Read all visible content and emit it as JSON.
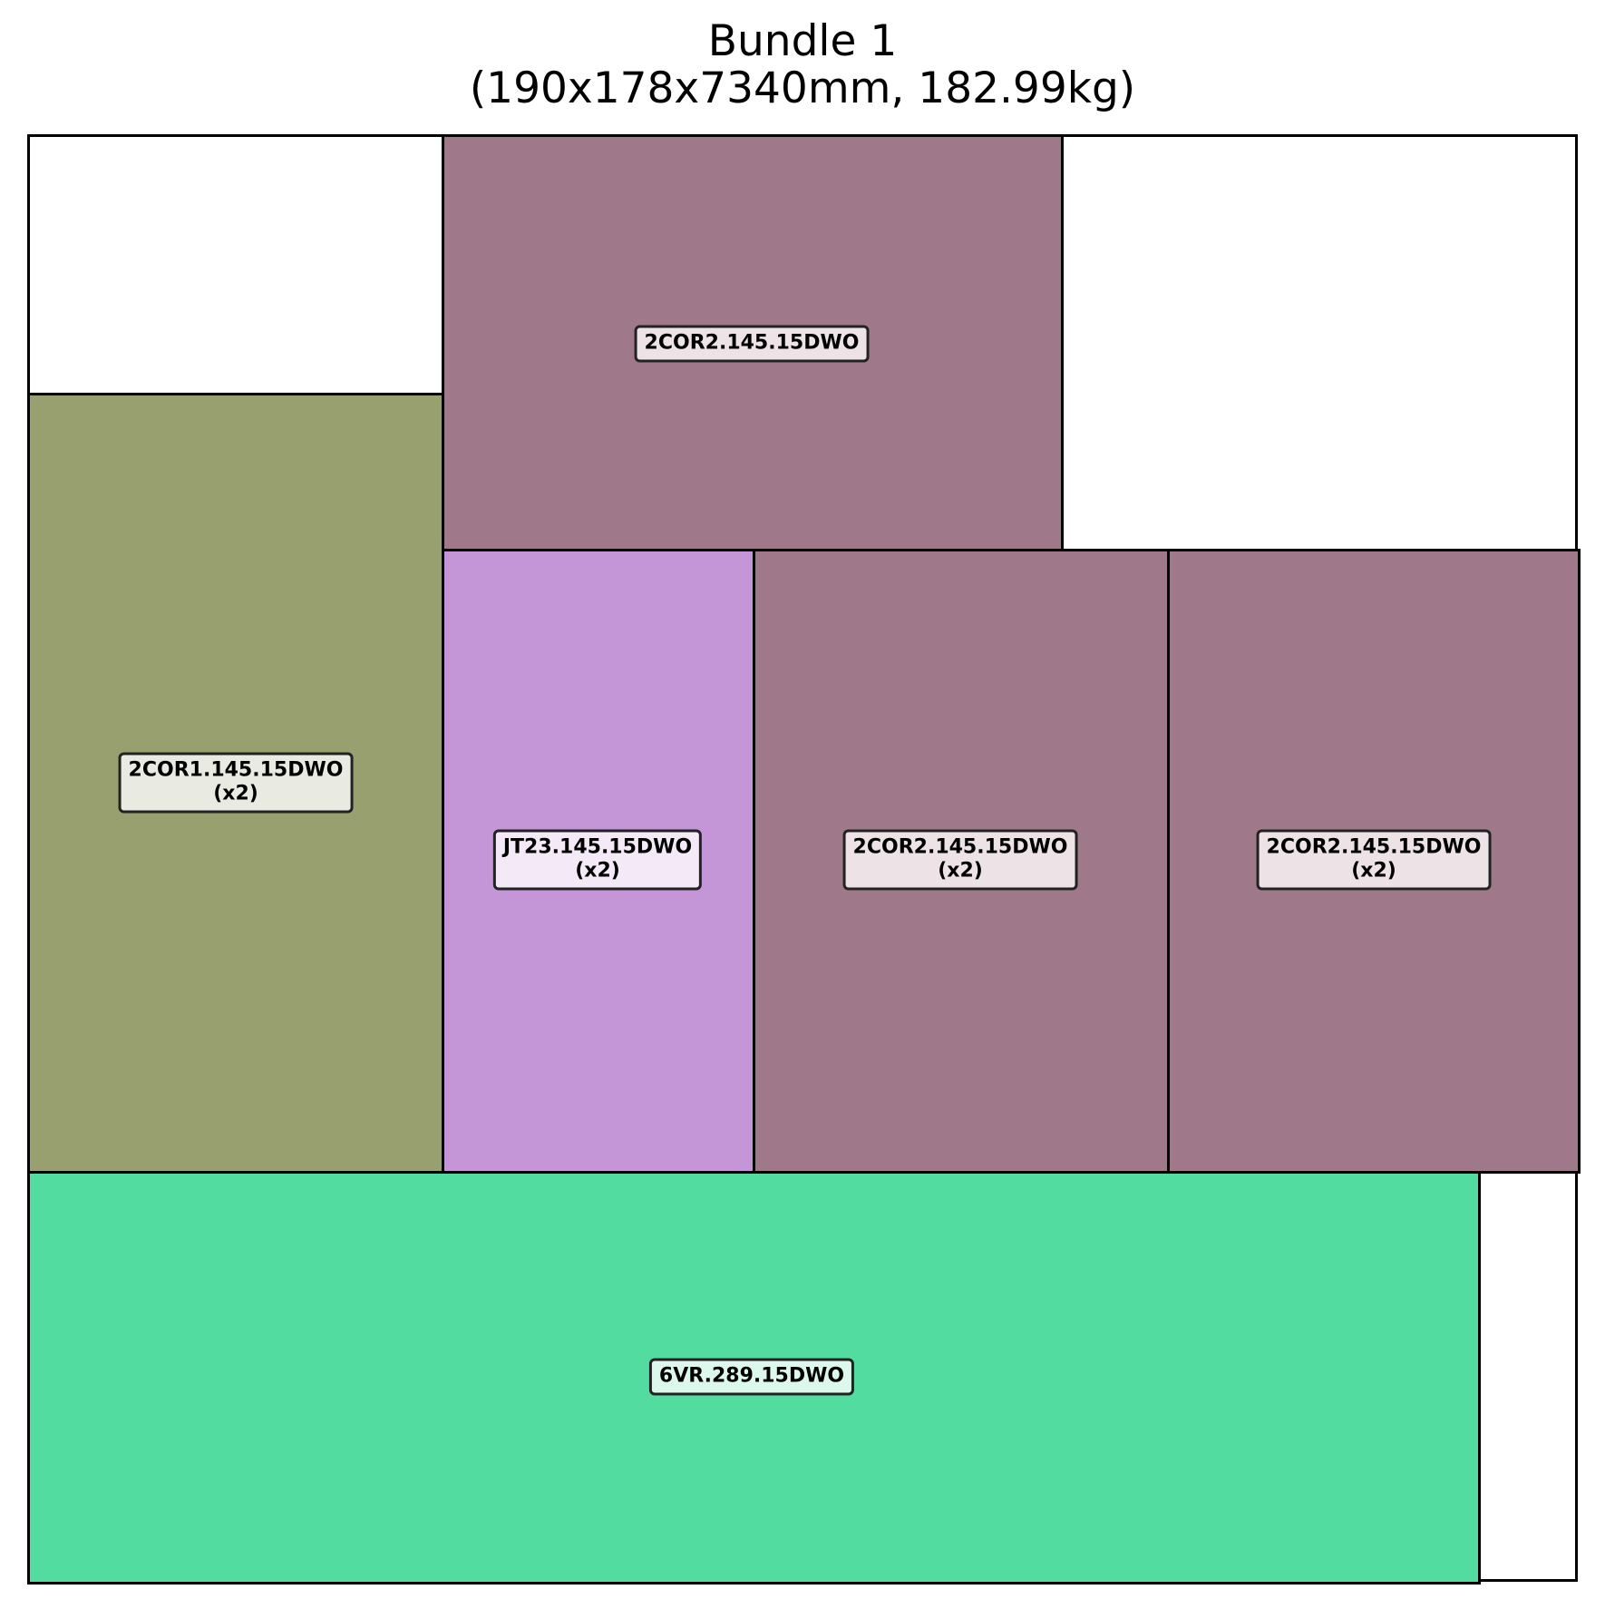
{
  "title": {
    "line1": "Bundle 1",
    "line2": "(190x178x7340mm, 182.99kg)"
  },
  "colors": {
    "olive": "#99a070",
    "mauve": "#9f7989",
    "lilac": "#c496d8",
    "green": "#53dca0"
  },
  "pieces": [
    {
      "label": "2COR2.145.15DWO",
      "qty": "",
      "color": "#9f7989",
      "tag_bg": "#ede3e7"
    },
    {
      "label": "2COR1.145.15DWO",
      "qty": "(x2)",
      "color": "#99a070",
      "tag_bg": "#e9ebe2"
    },
    {
      "label": "JT23.145.15DWO",
      "qty": "(x2)",
      "color": "#c496d8",
      "tag_bg": "#f3e9f7"
    },
    {
      "label": "2COR2.145.15DWO",
      "qty": "(x2)",
      "color": "#9f7989",
      "tag_bg": "#ede3e7"
    },
    {
      "label": "2COR2.145.15DWO",
      "qty": "(x2)",
      "color": "#9f7989",
      "tag_bg": "#ede3e7"
    },
    {
      "label": "6VR.289.15DWO",
      "qty": "",
      "color": "#53dca0",
      "tag_bg": "#dcf7eb"
    }
  ]
}
